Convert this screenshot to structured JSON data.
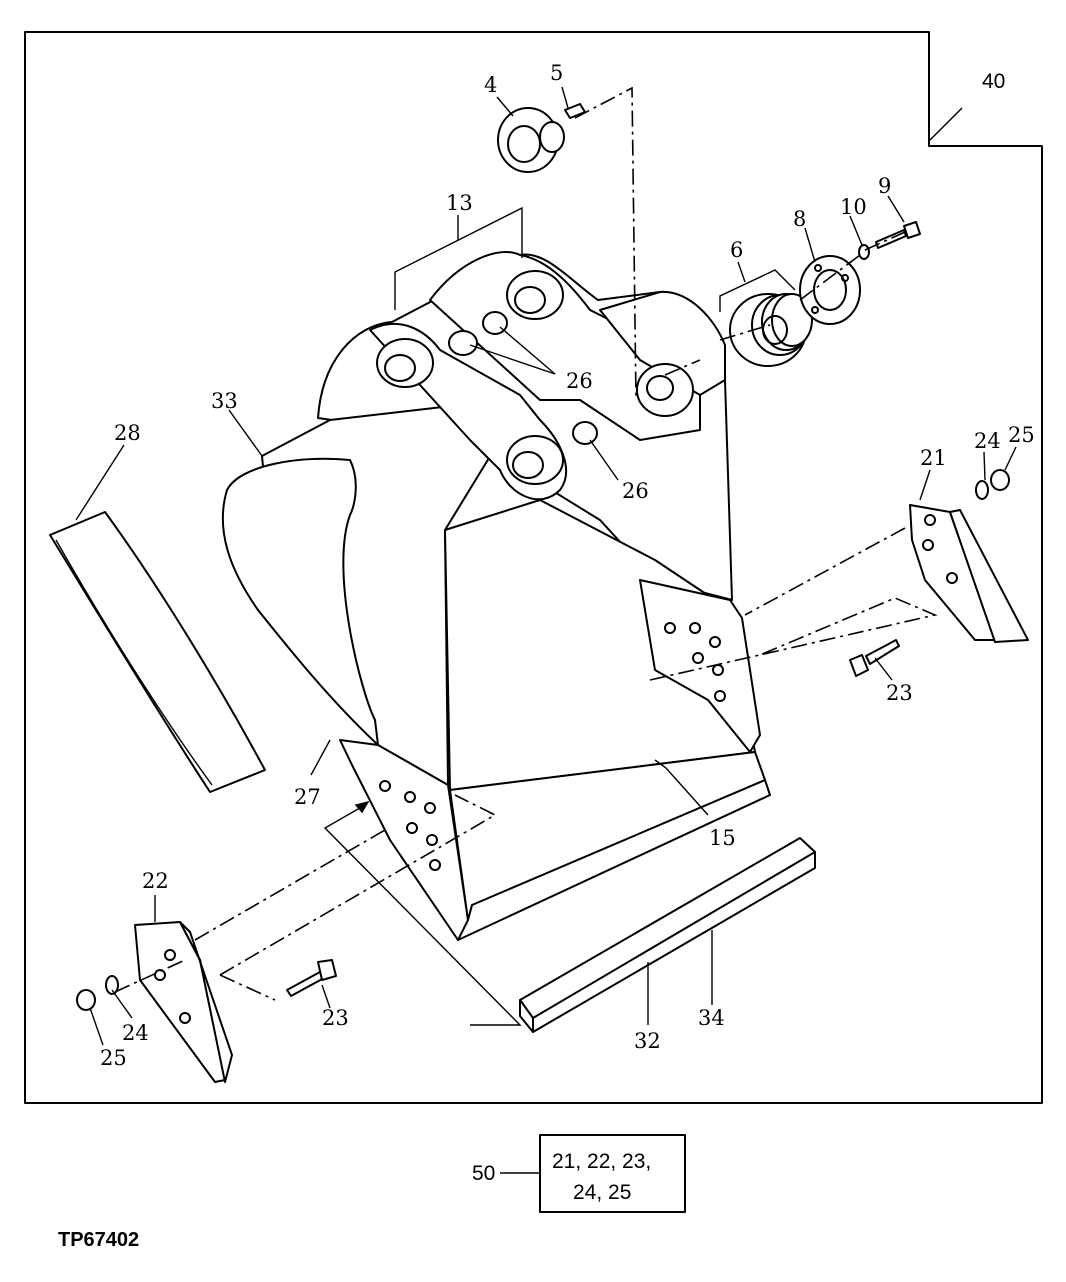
{
  "figure_id": "TP67402",
  "border_callout": "40",
  "callouts": {
    "c4": "4",
    "c5": "5",
    "c6": "6",
    "c8": "8",
    "c9": "9",
    "c10": "10",
    "c13": "13",
    "c15": "15",
    "c21": "21",
    "c22": "22",
    "c23a": "23",
    "c23b": "23",
    "c24a": "24",
    "c24b": "24",
    "c25a": "25",
    "c25b": "25",
    "c26a": "26",
    "c26b": "26",
    "c27": "27",
    "c28": "28",
    "c32": "32",
    "c33": "33",
    "c34": "34"
  },
  "kit": {
    "label": "50",
    "line1": "21, 22, 23,",
    "line2": "24, 25"
  }
}
